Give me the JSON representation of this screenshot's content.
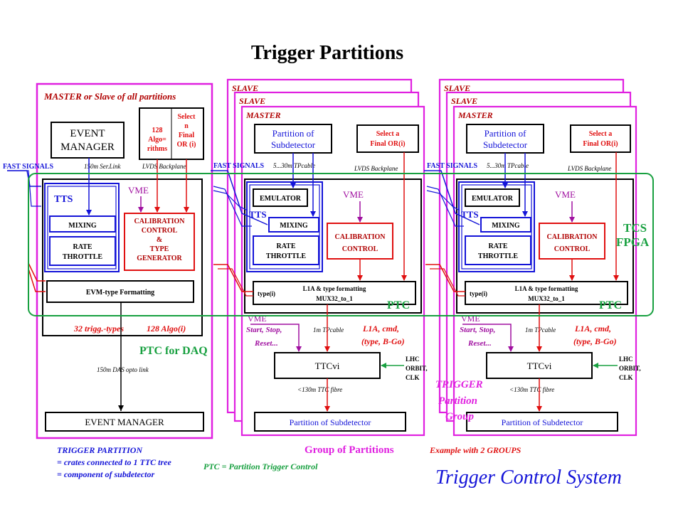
{
  "title": "Trigger Partitions",
  "colors": {
    "magenta": "#e020e0",
    "blue": "#1414d8",
    "red": "#e01010",
    "green": "#18a040",
    "purple": "#a010a0",
    "darkred": "#b00000"
  },
  "master_panel": {
    "label": "MASTER or Slave of all partitions",
    "event_manager_top": [
      "EVENT",
      "MANAGER"
    ],
    "algo_box": [
      "128",
      "Algo=",
      "rithms"
    ],
    "select_box": [
      "Select",
      "n",
      "Final",
      "OR (i)"
    ],
    "fast_signals": "FAST SIGNALS",
    "ser_link": "150m Ser.Link",
    "lvds": "LVDS Backplane",
    "tts": "TTS",
    "vme": "VME",
    "mixing": "MIXING",
    "rate_throttle": [
      "RATE",
      "THROTTLE"
    ],
    "calib": [
      "CALIBRATION",
      "CONTROL",
      "&",
      "TYPE",
      "GENERATOR"
    ],
    "evm_format": "EVM-type Formatting",
    "trigg_types": "32 trigg.-types",
    "algo_128": "128 Algo(i)",
    "ptc_daq": "PTC for DAQ",
    "das_link": "150m DAS opto link",
    "event_manager_bottom": "EVENT MANAGER"
  },
  "group_panel": {
    "slave": "SLAVE",
    "master": "MASTER",
    "partition_of_subdetector": [
      "Partition of",
      "Subdetector"
    ],
    "select_final": [
      "Select a",
      "Final OR(i)"
    ],
    "fast_signals": "FAST SIGNALS",
    "tpcable_5_30": "5...30m TPcable",
    "lvds": "LVDS Backplane",
    "emulator": "EMULATOR",
    "tts": "TTS",
    "vme": "VME",
    "mixing": "MIXING",
    "rate_throttle": [
      "RATE",
      "THROTTLE"
    ],
    "calib": [
      "CALIBRATION",
      "CONTROL"
    ],
    "l1a_format": [
      "L1A & type formatting",
      "MUX32_to_1"
    ],
    "type_i": "type(i)",
    "ptc": "PTC",
    "vme_lower": "VME",
    "start_stop": [
      "Start, Stop,",
      "Reset..."
    ],
    "tpcable_1m": "1m TPcable",
    "l1a_cmd": [
      "L1A, cmd,",
      "(type, B-Go)"
    ],
    "ttcvi": "TTCvi",
    "lhc": [
      "LHC",
      "ORBIT,",
      "CLK"
    ],
    "ttc_fibre": "<130m TTC fibre",
    "partition_bottom": "Partition of Subdetector"
  },
  "labels": {
    "tcs_fpga": [
      "TCS",
      "FPGA"
    ],
    "group_of_partitions": "Group of Partitions",
    "trigger_partition_group": [
      "TRIGGER",
      "Partition",
      "Group"
    ],
    "example": "Example with 2 GROUPS",
    "trigger_partition_def": [
      "TRIGGER PARTITION",
      "= crates connected to 1 TTC tree",
      "= component of subdetector"
    ],
    "ptc_def": "PTC = Partition Trigger Control",
    "system_title": "Trigger Control System"
  }
}
